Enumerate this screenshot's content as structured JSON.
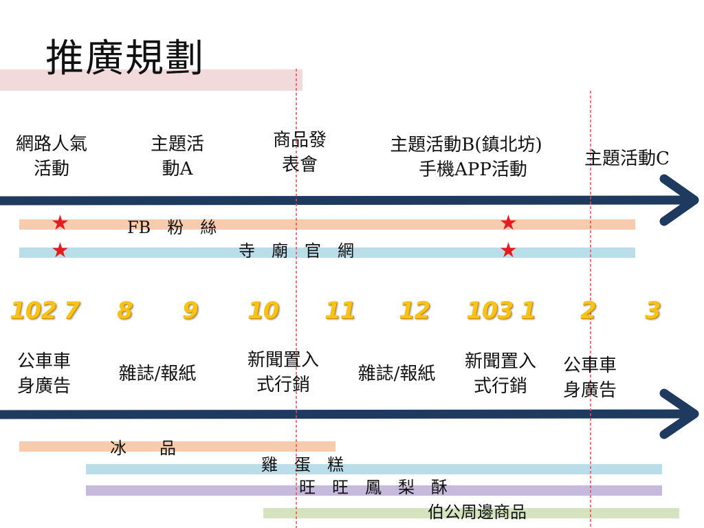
{
  "title": "推廣規劃",
  "colors": {
    "title_band": "#f2d9db",
    "arrow": "#1f3a5f",
    "orange_bar": "#f8cbad",
    "blue_bar": "#b9dde9",
    "purple_bar": "#c5b9dc",
    "green_bar": "#d5e3bf",
    "dashed": "#e05050",
    "star": "#e41e1e",
    "month": "#f7c21a"
  },
  "top_events": [
    {
      "line1": "網路人氣",
      "line2": "活動"
    },
    {
      "line1": "主題活",
      "line2": "動A"
    },
    {
      "line1": "商品發",
      "line2": "表會"
    },
    {
      "line1": "主題活動B(鎮北坊)",
      "line2": "手機APP活動"
    },
    {
      "line1": "主題活動C",
      "line2": ""
    }
  ],
  "online_bars": [
    {
      "label": "FB　粉　絲"
    },
    {
      "label": "寺　廟　官　網"
    }
  ],
  "months": [
    "102 7",
    "8",
    "9",
    "10",
    "11",
    "12",
    "103 1",
    "2",
    "3"
  ],
  "bottom_events": [
    {
      "line1": "公車車",
      "line2": "身廣告"
    },
    {
      "line1": "雜誌/報紙",
      "line2": ""
    },
    {
      "line1": "新聞置入",
      "line2": "式行銷"
    },
    {
      "line1": "雜誌/報紙",
      "line2": ""
    },
    {
      "line1": "新聞置入",
      "line2": "式行銷"
    },
    {
      "line1": "公車車",
      "line2": "身廣告"
    }
  ],
  "product_bars": [
    {
      "label": "冰　　品"
    },
    {
      "label": "雞　蛋　糕"
    },
    {
      "label": "旺　旺　鳳　梨　酥"
    },
    {
      "label": "伯公周邊商品"
    }
  ],
  "stars": "★"
}
